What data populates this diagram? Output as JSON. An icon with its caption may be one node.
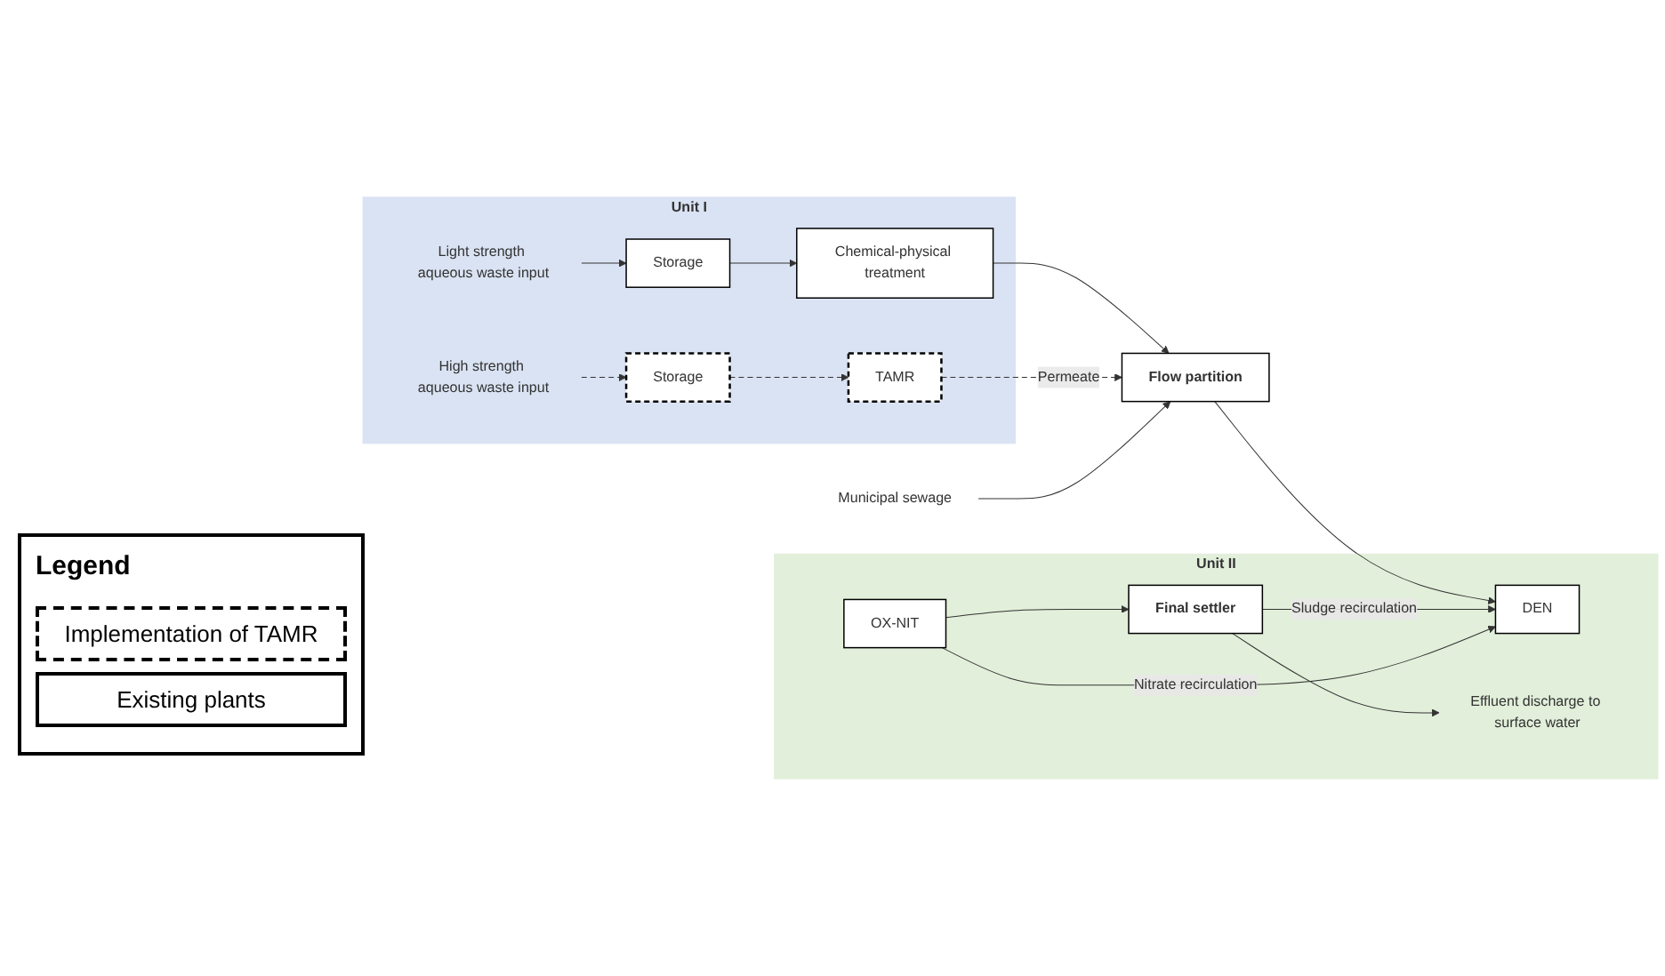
{
  "diagram": {
    "nodes": [
      {
        "text": [
          "Unit I"
        ]
      },
      {
        "text": [
          "Light strength aqueous waste input"
        ],
        "in": 0
      },
      {
        "text": [
          "Storage"
        ],
        "in": 0
      },
      {
        "text": [
          "Chemical-physical treatment"
        ],
        "in": 0
      },
      {
        "text": [
          "High strength aqueous waste input"
        ],
        "in": 0
      },
      {
        "text": [
          "Storage"
        ],
        "in": 0
      },
      {
        "text": [
          "TAMR"
        ],
        "in": 0
      },
      {
        "text": [
          "Municipal sewage"
        ]
      },
      {
        "text": [
          "Flow partition"
        ]
      },
      {
        "text": [
          "Unit II"
        ]
      },
      {
        "text": [
          "DEN"
        ],
        "in": 9
      },
      {
        "text": [
          "OX-NIT"
        ],
        "in": 9
      },
      {
        "text": [
          "Final settler"
        ],
        "in": 9
      },
      {
        "text": [
          "Effluent discharge to surface water"
        ],
        "in": 9
      }
    ],
    "edges": [
      {
        "from": 1,
        "to": 2,
        "arrow": "to"
      },
      {
        "from": 2,
        "to": 3,
        "arrow": "to"
      },
      {
        "from": 4,
        "to": 5,
        "arrow": "to",
        "style": "dashed"
      },
      {
        "from": 5,
        "to": 6,
        "arrow": "to",
        "style": "dashed"
      },
      {
        "from": 3,
        "to": 8,
        "arrow": "to"
      },
      {
        "from": 6,
        "to": 8,
        "arrow": "to",
        "style": "dashed",
        "label": "Permeate"
      },
      {
        "from": 7,
        "to": 8,
        "arrow": "to"
      },
      {
        "from": 8,
        "to": 10,
        "arrow": "to"
      },
      {
        "from": 11,
        "to": 12,
        "arrow": "to"
      },
      {
        "from": 12,
        "to": 10,
        "arrow": "to",
        "label": "Sludge recirculation"
      },
      {
        "from": 11,
        "to": 10,
        "arrow": "to",
        "label": "Nitrate recirculation"
      },
      {
        "from": 12,
        "to": 13,
        "arrow": "to"
      }
    ],
    "labels": [
      "Legend"
    ],
    "legend": [
      {
        "text": "Implementation of TAMR"
      },
      {
        "text": "Existing plants"
      }
    ]
  }
}
